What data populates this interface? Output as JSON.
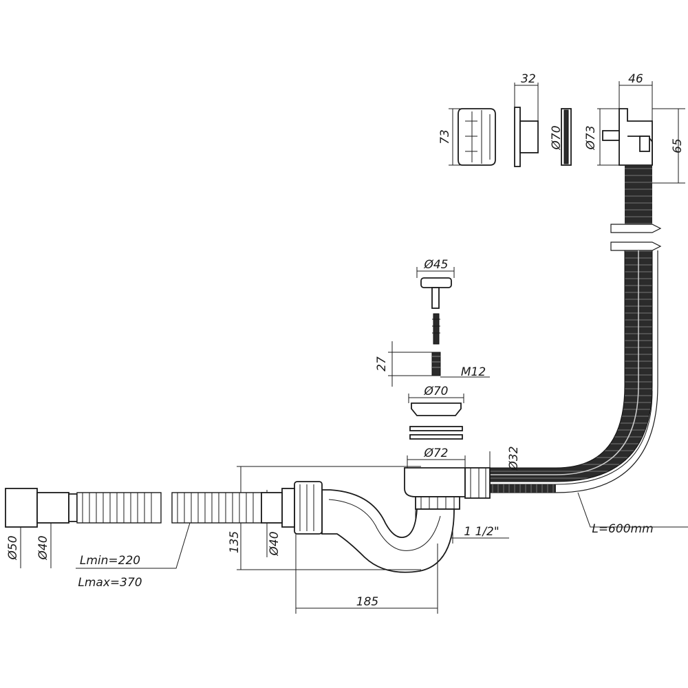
{
  "dimensions": {
    "cap_height": "73",
    "overflow_depth": "32",
    "overflow_dia_70": "Ø70",
    "overflow_dia_73": "Ø73",
    "overflow_width": "46",
    "overflow_height": "65",
    "plug_dia": "Ø45",
    "screw_length": "27",
    "thread": "M12",
    "grate_dia": "Ø70",
    "outlet_dia": "Ø72",
    "overflow_pipe_dia": "Ø32",
    "pipe_length": "L=600mm",
    "thread_size": "1 1/2\"",
    "siphon_height": "135",
    "siphon_dia": "Ø40",
    "siphon_length": "185",
    "hose_dia_50": "Ø50",
    "hose_dia_40": "Ø40",
    "hose_lmin": "Lmin=220",
    "hose_lmax": "Lmax=370"
  }
}
